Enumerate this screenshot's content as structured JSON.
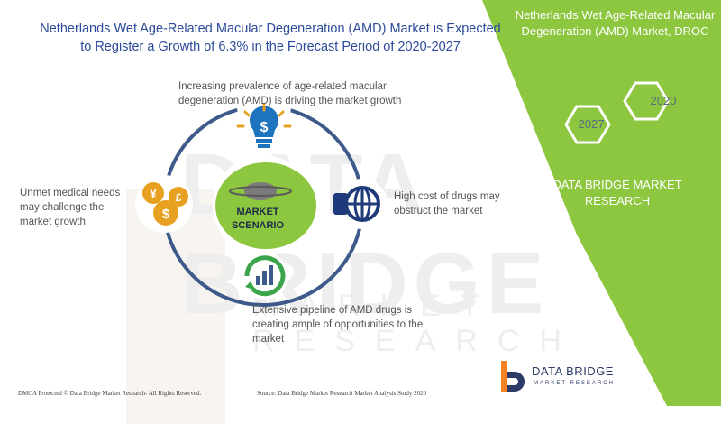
{
  "header": {
    "title": "Netherlands Wet Age-Related Macular Degeneration (AMD) Market is Expected to Register a Growth of 6.3% in the Forecast Period of 2020-2027"
  },
  "side_panel": {
    "title": "Netherlands Wet Age-Related Macular Degeneration (AMD) Market, DROC",
    "year_start": "2020",
    "year_end": "2027",
    "company": "DATA BRIDGE MARKET RESEARCH",
    "panel_color": "#8dc63f"
  },
  "scenario": {
    "center_label": "MARKET SCENARIO",
    "top_label": "Increasing prevalence of age-related macular degeneration (AMD) is driving the market growth",
    "right_label": "High cost of drugs may obstruct the market",
    "bottom_label": "Extensive pipeline of AMD drugs is creating ample of opportunities to the market",
    "left_label": "Unmet medical needs may challenge the market  growth",
    "icons": [
      "lightbulb-dollar-icon",
      "globe-barrier-icon",
      "growth-chart-icon",
      "currency-coins-icon"
    ]
  },
  "watermark": {
    "line1": "DATA BRIDGE",
    "line2": "MARKET RESEARCH"
  },
  "footer": {
    "copyright": "DMCA Protected © Data Bridge Market Research- All Rights Reserved.",
    "source": "Source: Data Bridge Market Research Market Analysis Study 2020",
    "logo_name": "DATA BRIDGE",
    "logo_sub": "MARKET RESEARCH"
  },
  "colors": {
    "title_blue": "#2b4a9a",
    "ring_blue": "#3d5a8a",
    "icon_blue": "#1e73be",
    "icon_green": "#3aa54a",
    "icon_gold": "#e8a020",
    "center_green": "#8dc63f"
  }
}
